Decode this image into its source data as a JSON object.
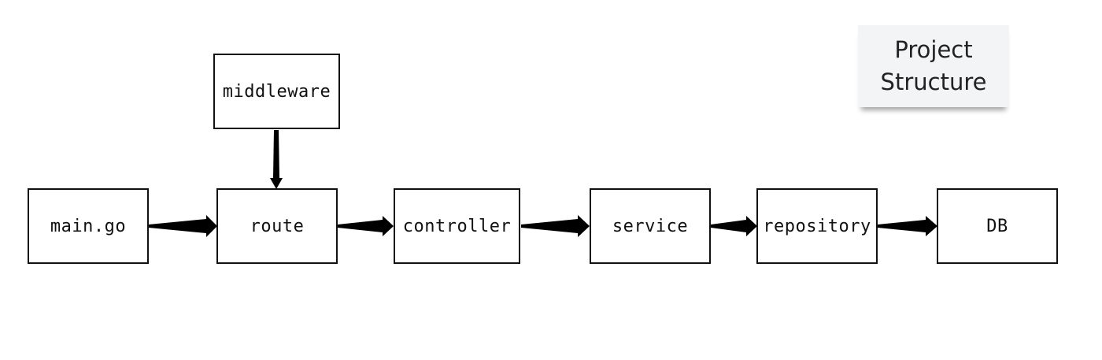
{
  "note": {
    "line1": "Project",
    "line2": "Structure",
    "background": "#f3f4f6"
  },
  "nodes": {
    "middleware": "middleware",
    "main": "main.go",
    "route": "route",
    "controller": "controller",
    "service": "service",
    "repository": "repository",
    "db": "DB"
  },
  "edges": [
    {
      "from": "middleware",
      "to": "route"
    },
    {
      "from": "main.go",
      "to": "route"
    },
    {
      "from": "route",
      "to": "controller"
    },
    {
      "from": "controller",
      "to": "service"
    },
    {
      "from": "service",
      "to": "repository"
    },
    {
      "from": "repository",
      "to": "DB"
    }
  ],
  "colors": {
    "stroke": "#111111",
    "arrow": "#000000"
  }
}
